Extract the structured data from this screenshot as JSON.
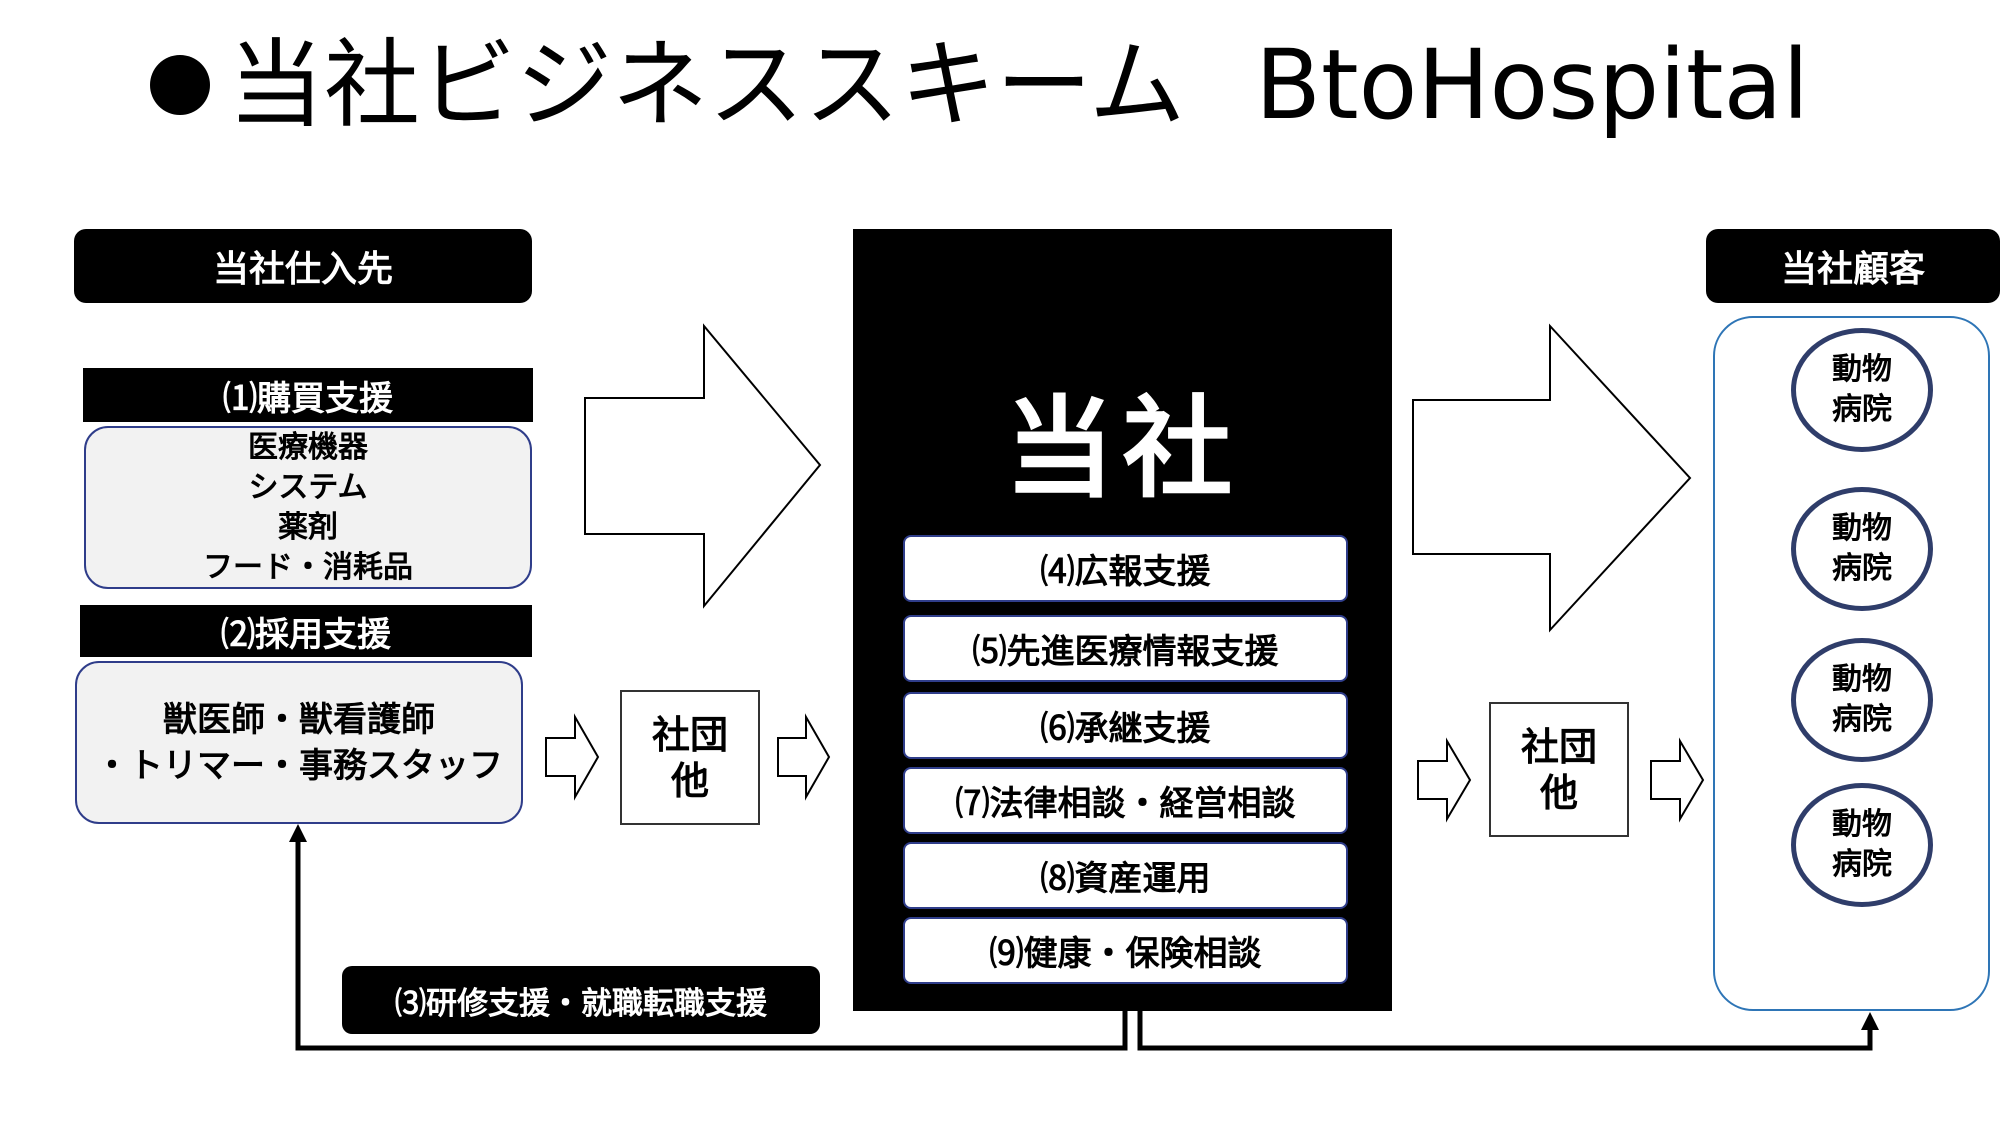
{
  "title": {
    "bullet": "●",
    "main": "当社ビジネススキーム",
    "sub": "BtoHospital"
  },
  "suppliers": {
    "header": "当社仕入先",
    "purchase": {
      "label": "⑴購買支援",
      "items": [
        "医療機器",
        "システム",
        "薬剤",
        "フード・消耗品"
      ]
    },
    "recruit": {
      "label": "⑵採用支援",
      "lines": [
        "獣医師・獣看護師",
        "・トリマー・事務スタッフ"
      ]
    }
  },
  "intermediaries": {
    "left": {
      "line1": "社団",
      "line2": "他"
    },
    "right": {
      "line1": "社団",
      "line2": "他"
    }
  },
  "company": {
    "name": "当社",
    "services": [
      "⑷広報支援",
      "⑸先進医療情報支援",
      "⑹承継支援",
      "⑺法律相談・経営相談",
      "⑻資産運用",
      "⑼健康・保険相談"
    ]
  },
  "training": {
    "label": "⑶研修支援・就職転職支援"
  },
  "customers": {
    "header": "当社顧客",
    "items": [
      {
        "line1": "動物",
        "line2": "病院"
      },
      {
        "line1": "動物",
        "line2": "病院"
      },
      {
        "line1": "動物",
        "line2": "病院"
      },
      {
        "line1": "動物",
        "line2": "病院"
      }
    ]
  },
  "colors": {
    "navy": "#2f3d8a",
    "blue_border": "#2e75b6",
    "grey_fill": "#f2f2f2",
    "black": "#000000"
  }
}
